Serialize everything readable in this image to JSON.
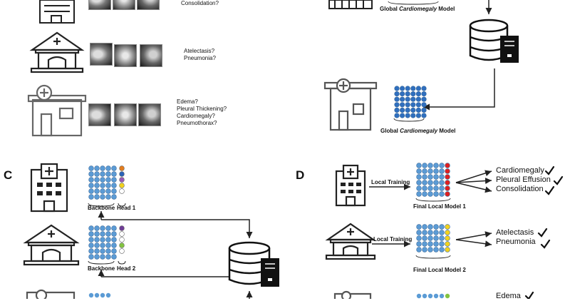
{
  "panels": {
    "C": "C",
    "D": "D"
  },
  "panel_a": {
    "hospital_1_questions": [
      "Consolidation?"
    ],
    "hospital_2_questions": [
      "Atelectasis?",
      "Pneumonia?"
    ],
    "hospital_3_questions": [
      "Edema?",
      "Pleural Thickening?",
      "Cardiomegaly?",
      "Pneumothorax?"
    ]
  },
  "panel_b": {
    "global_model_top": {
      "prefix": "Global ",
      "italic": "Cardiomegaly",
      "suffix": " Model"
    },
    "global_model_bottom": {
      "prefix": "Global ",
      "italic": "Cardiomegaly",
      "suffix": " Model"
    }
  },
  "panel_c": {
    "backbone_1": "Backbone",
    "head_1": "Head 1",
    "backbone_2": "Backbone",
    "head_2": "Head 2",
    "head_1_colors": [
      "#e37c1d",
      "#2a63b8",
      "#9b59b6",
      "#f2d21c",
      "#ffffff"
    ],
    "head_2_colors": [
      "#6f3c96",
      "#ffffff",
      "#ffffff",
      "#82c341",
      "#ffffff"
    ]
  },
  "panel_d": {
    "local_training_1": "Local Training",
    "local_training_2": "Local Training",
    "final_model_1": "Final Local Model 1",
    "final_model_2": "Final Local Model 2",
    "diagnoses_1": [
      "Cardiomegaly",
      "Pleural Effusion",
      "Consolidation"
    ],
    "diagnoses_2": [
      "Atelectasis",
      "Pneumonia"
    ],
    "diagnoses_3_partial": "Edema"
  },
  "colors": {
    "node_blue": "#5b9bd5",
    "node_dark_blue": "#2f6fbf",
    "head_red": "#e02020",
    "head_yellow": "#f2d21c",
    "line": "#222222"
  }
}
